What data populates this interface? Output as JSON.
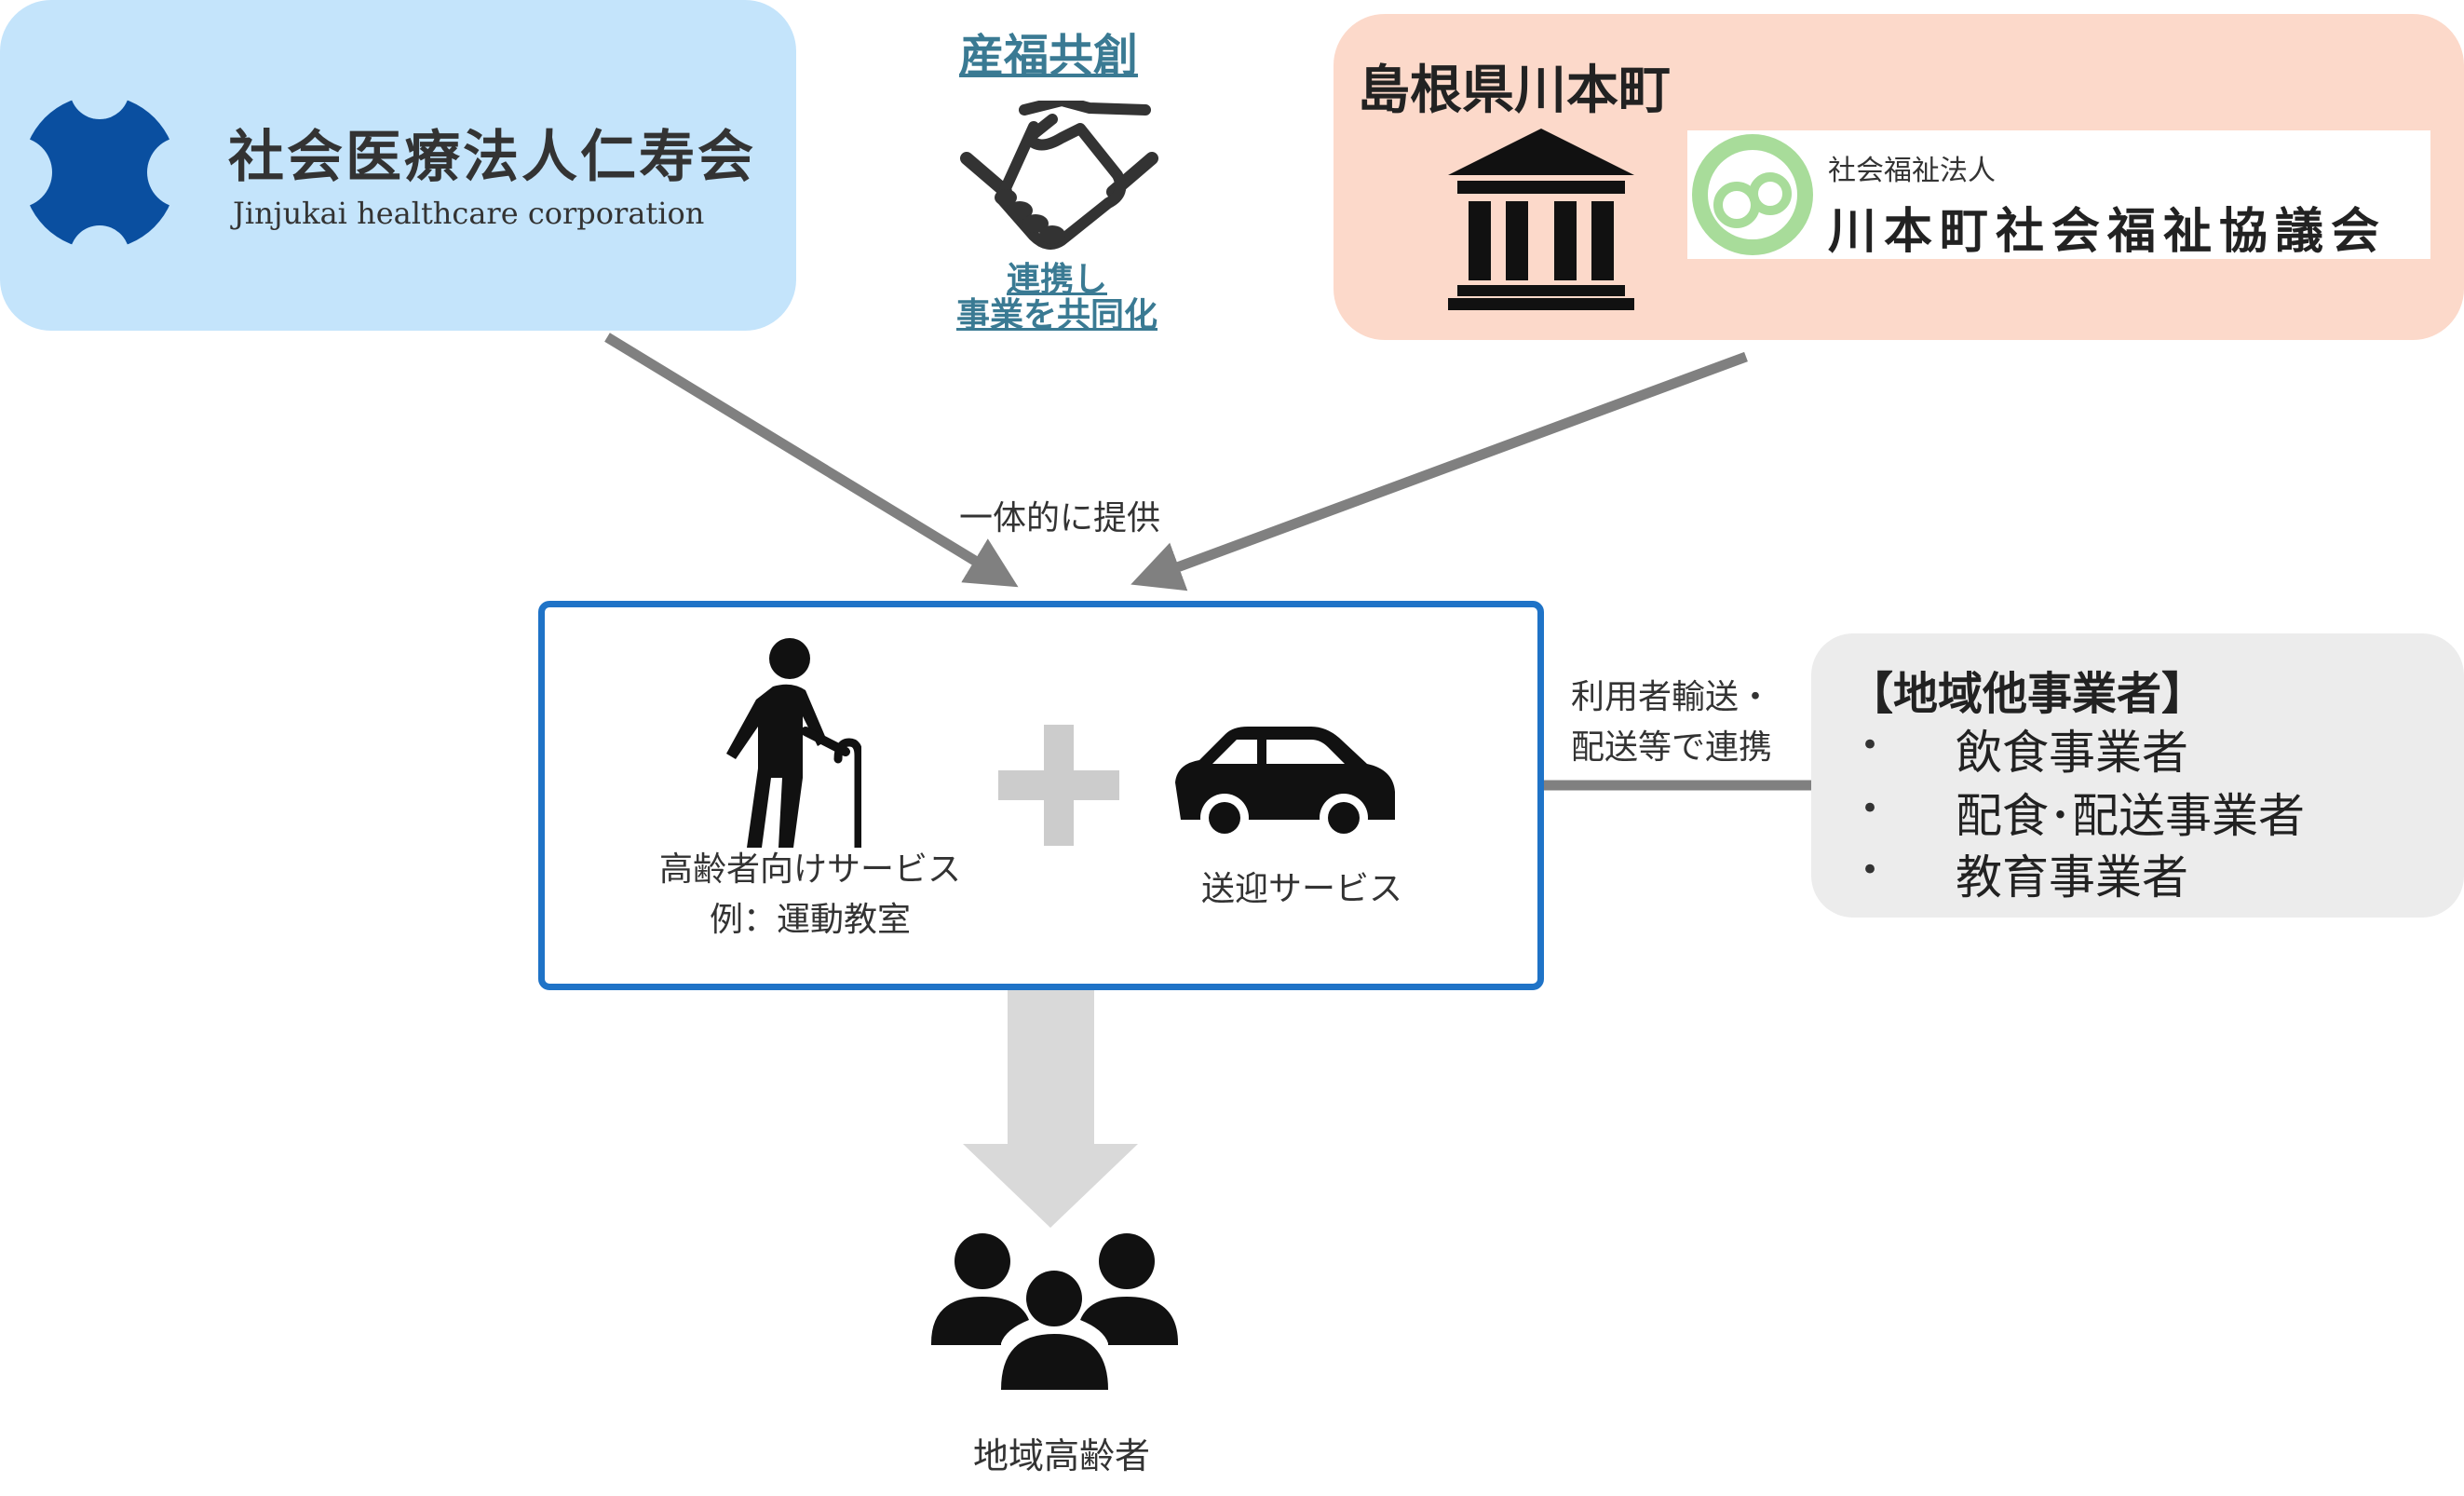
{
  "jinjukai": {
    "name": "社会医療法人仁寿会",
    "name_en": "Jinjukai healthcare corporation"
  },
  "cocreation": {
    "title": "産福共創",
    "subtitle": "連携し\n事業を共同化"
  },
  "kawamoto": {
    "title": "島根県川本町",
    "council_sub": "社会福祉法人",
    "council_name": "川本町社会福祉協議会"
  },
  "flows": {
    "provide_label": "一体的に提供",
    "partner_label": "利用者輸送・\n配送等で連携"
  },
  "service": {
    "elderly_label": "高齢者向けサービス\n例：運動教室",
    "transport_label": "送迎サービス"
  },
  "others": {
    "title": "【地域他事業者】",
    "bullet_symbol": "•",
    "items": [
      "飲食事業者",
      "配食･配送事業者",
      "教育事業者"
    ]
  },
  "seniors": {
    "label": "地域高齢者"
  },
  "colors": {
    "jinjukai_bg": "#c4e4fb",
    "kawamoto_bg": "#fcd9ca",
    "service_border": "#1f73c7",
    "others_bg": "#ececec",
    "cocreation_text": "#3a7a93",
    "arrow_gray": "#808080",
    "down_arrow": "#d9d9d9",
    "logo_blue": "#0a4fa0",
    "logo_green": "#a8dc9a"
  }
}
